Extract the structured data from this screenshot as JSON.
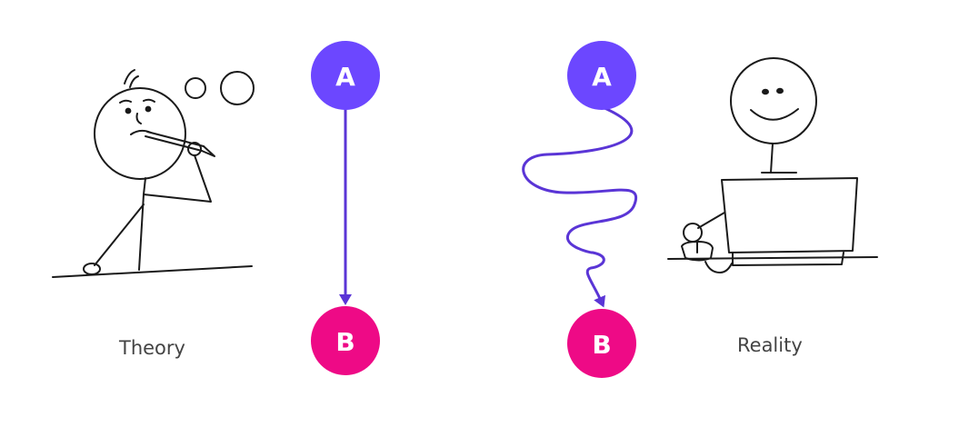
{
  "captions": {
    "theory": "Theory",
    "reality": "Reality"
  },
  "nodes": {
    "theory_start": "A",
    "theory_end": "B",
    "reality_start": "A",
    "reality_end": "B"
  },
  "colors": {
    "start_node": "#6C47FF",
    "end_node": "#EE0A86",
    "path": "#5A35D6",
    "caption_text": "#444444",
    "ink": "#1a1a1a"
  },
  "illustrations": {
    "theory": "stick-figure-thinking-with-pencil",
    "reality": "stick-figure-smiling-at-laptop"
  }
}
